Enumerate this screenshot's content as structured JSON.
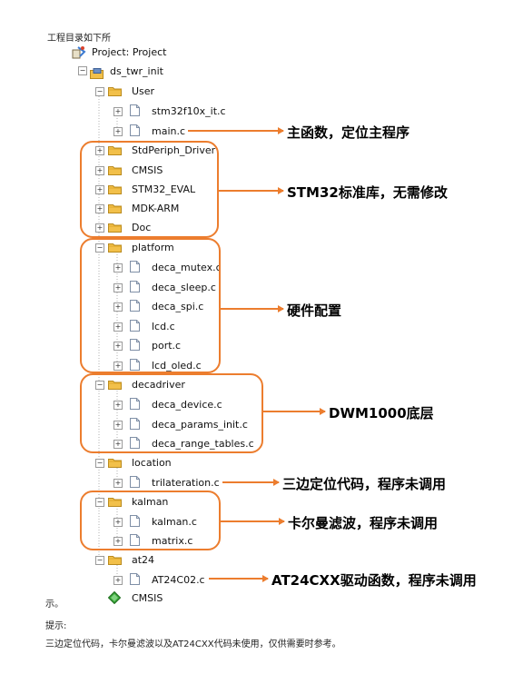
{
  "intro": "工程目录如下所",
  "project_label": "Project: Project",
  "tree": {
    "root": "ds_twr_init",
    "user": "User",
    "stm32f10x_it": "stm32f10x_it.c",
    "main": "main.c",
    "stdperiph": "StdPeriph_Driver",
    "cmsis": "CMSIS",
    "stm32_eval": "STM32_EVAL",
    "mdk_arm": "MDK-ARM",
    "doc": "Doc",
    "platform": "platform",
    "deca_mutex": "deca_mutex.c",
    "deca_sleep": "deca_sleep.c",
    "deca_spi": "deca_spi.c",
    "lcd": "lcd.c",
    "port": "port.c",
    "lcd_oled": "lcd_oled.c",
    "decadriver": "decadriver",
    "deca_device": "deca_device.c",
    "deca_params_init": "deca_params_init.c",
    "deca_range_tables": "deca_range_tables.c",
    "location": "location",
    "trilateration": "trilateration.c",
    "kalman": "kalman",
    "kalman_c": "kalman.c",
    "matrix": "matrix.c",
    "at24": "at24",
    "at24c02": "AT24C02.c",
    "cmsis_bottom": "CMSIS"
  },
  "callouts": {
    "main": "主函数，定位主程序",
    "stm32": "STM32标准库，无需修改",
    "hardware": "硬件配置",
    "dwm": "DWM1000底层",
    "trilat": "三边定位代码，程序未调用",
    "kalman": "卡尔曼滤波，程序未调用",
    "at24": "AT24CXX驱动函数，程序未调用"
  },
  "after_tree": "示。",
  "hint_label": "提示:",
  "hint_text": "三边定位代码，卡尔曼滤波以及AT24CXX代码未使用，仅供需要时参考。",
  "colors": {
    "accent": "#ec7d2e",
    "folder": "#f2c04a"
  }
}
